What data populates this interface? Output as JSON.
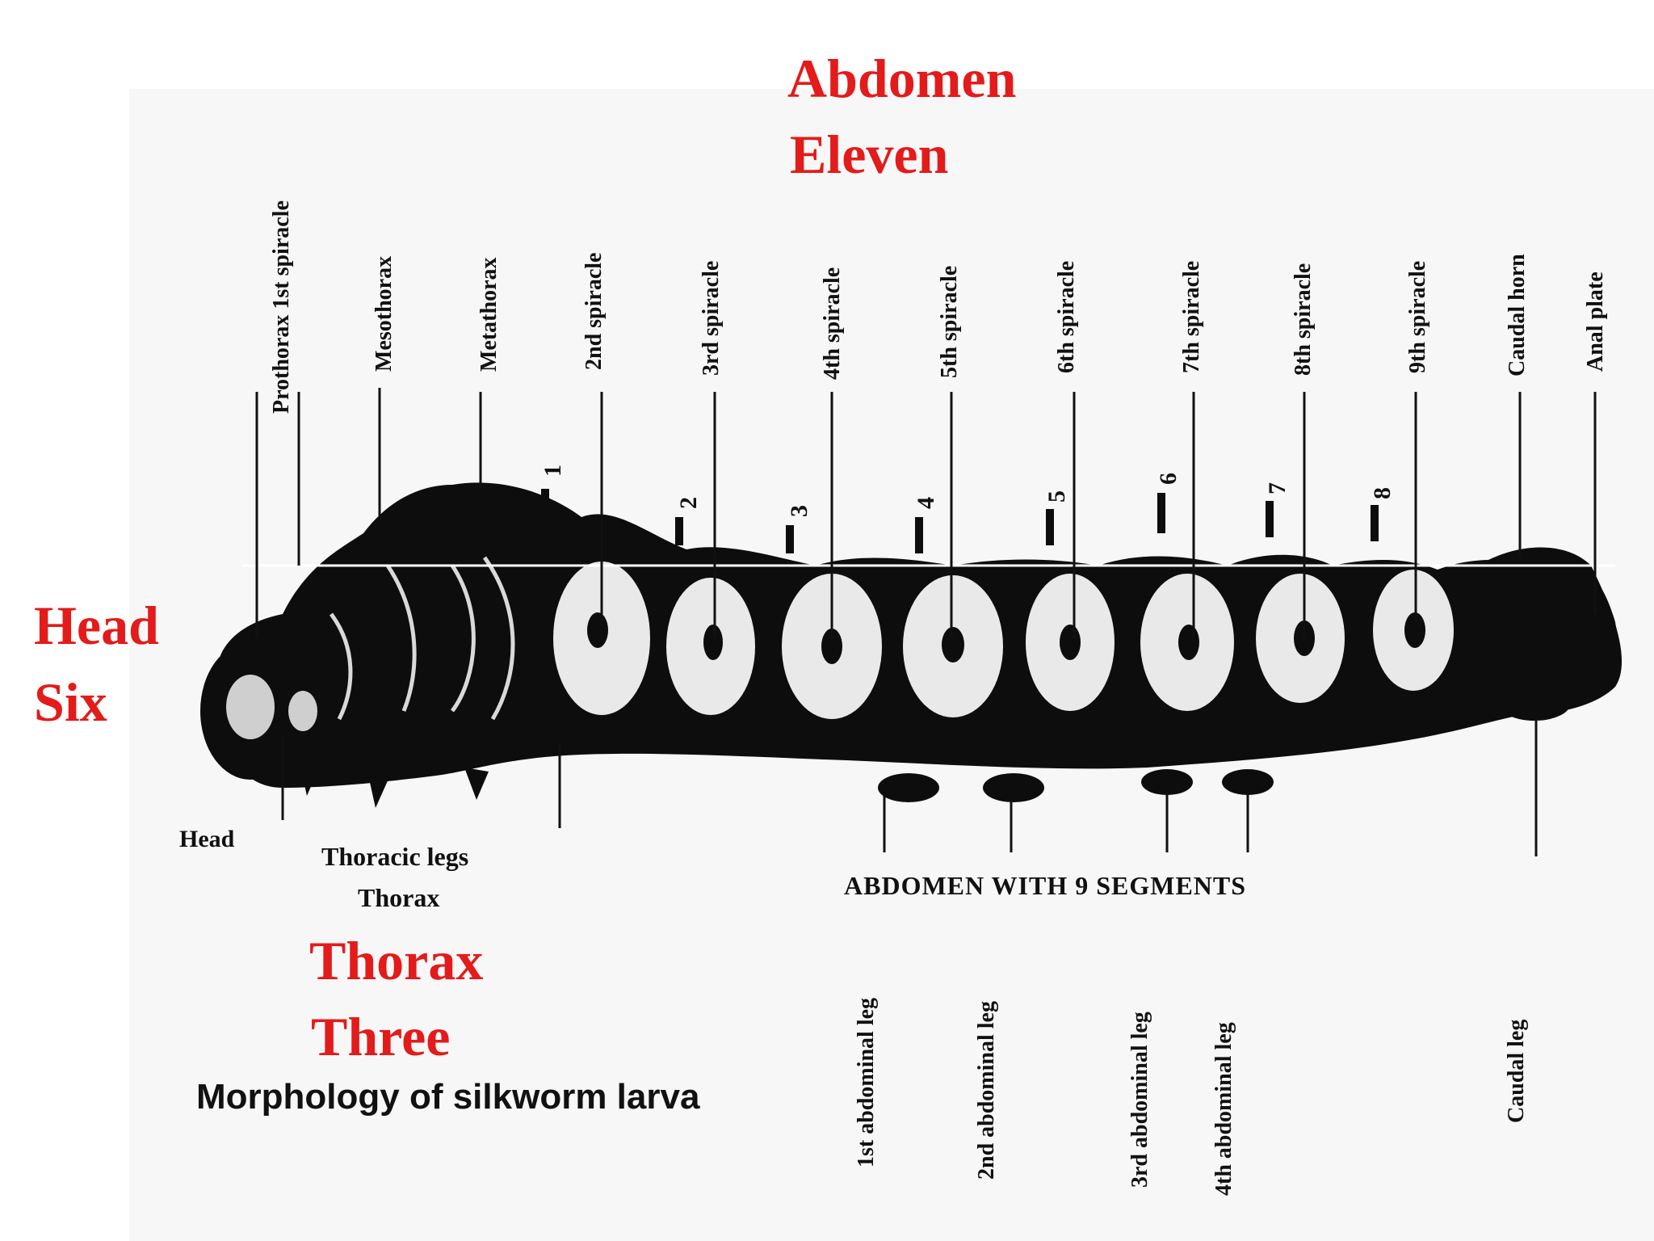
{
  "colors": {
    "accent": "#e31b1b",
    "ink": "#111111",
    "panel": "#f6f6f6"
  },
  "summary_labels": {
    "abdomen": "Abdomen",
    "abdomen_count": "Eleven",
    "head": "Head",
    "head_count": "Six",
    "thorax": "Thorax",
    "thorax_count": "Three"
  },
  "caption": "Morphology of silkworm larva",
  "top_labels": [
    "Prothorax 1st spiracle",
    "Mesothorax",
    "Metathorax",
    "2nd spiracle",
    "3rd spiracle",
    "4th spiracle",
    "5th spiracle",
    "6th spiracle",
    "7th spiracle",
    "8th spiracle",
    "9th spiracle",
    "Caudal horn",
    "Anal plate"
  ],
  "segment_numbers": [
    "1",
    "2",
    "3",
    "4",
    "5",
    "6",
    "7",
    "8"
  ],
  "bottom_left_labels": {
    "head": "Head",
    "thoracic_legs": "Thoracic legs",
    "thorax": "Thorax"
  },
  "abdomen_heading": "ABDOMEN WITH 9 SEGMENTS",
  "leg_labels": [
    "1st abdominal leg",
    "2nd abdominal leg",
    "3rd abdominal leg",
    "4th abdominal leg",
    "Caudal leg"
  ]
}
